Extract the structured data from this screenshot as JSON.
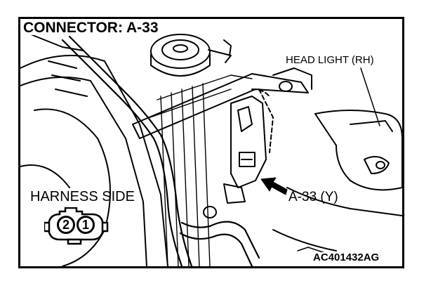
{
  "diagram": {
    "title": "CONNECTOR: A-33",
    "component_label": "HEAD LIGHT (RH)",
    "harness_label": "HARNESS SIDE",
    "callout_label": "A-33 (Y)",
    "figure_code": "AC401432AG",
    "connector_pins": [
      "2",
      "1"
    ]
  }
}
